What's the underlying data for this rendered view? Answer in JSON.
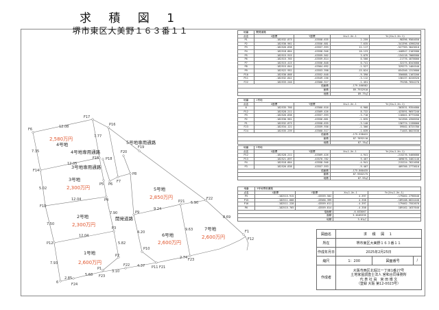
{
  "title": "求 積 図 1",
  "location": "堺市東区大美野１６３番１１",
  "headers": {
    "chiban": "地番",
    "point": "点名",
    "x": "X座標",
    "y": "Y座標",
    "dx": "Xn+1-Xn-1",
    "prod": "Yn(Xn+1-Xn-1)",
    "double_area": "倍面積",
    "area": "面積",
    "land_area": "地積"
  },
  "tables": [
    {
      "lot": "開発道路",
      "rows": [
        [
          "P1",
          "-182532.873",
          "-43558.635",
          "2.259",
          "-98396.9564650"
        ],
        [
          "P2",
          "-182530.961",
          "-43556.681",
          "7.635",
          "-341396.4398250"
        ],
        [
          "P3",
          "-182526.838",
          "-43557.593",
          "12.117",
          "-527783.3843618"
        ],
        [
          "P4",
          "-182518.864",
          "-43558.946",
          "10.123",
          "-440947.2103580"
        ],
        [
          "P5",
          "-182515.915",
          "-43559.502",
          "3.079",
          "-134118.7068580"
        ],
        [
          "P6",
          "-182515.765",
          "-43559.814",
          "0.500",
          "-21776.4078000"
        ],
        [
          "P7",
          "-182515.415",
          "-43556.848",
          "0.741",
          "-32275.8343680"
        ],
        [
          "P8",
          "-182515.844",
          "-43564.692",
          "-1.527",
          "329273.1464540"
        ],
        [
          "P9",
          "-182522.952",
          "-43553.398",
          "-15.024",
          "654346.1313600"
        ],
        [
          "P10",
          "-182530.868",
          "-43552.648",
          "-9.390",
          "356688.1163200"
        ],
        [
          "P11",
          "-182532.842",
          "-43549.156",
          "-3.112",
          "138137.0228320"
        ],
        [
          "F22",
          "-182533.240",
          "-43560.317",
          "-1.451",
          "79198.7654270"
        ]
      ],
      "double_area": "-179.586582",
      "area": "89.7932910",
      "land_area": "89.79㎡"
    },
    {
      "lot": "1号地",
      "rows": [
        [
          "6",
          "-182535.760",
          "-43560.616",
          "6.968",
          "-303531.9354680"
        ],
        [
          "P12",
          "-182528.211",
          "-43569.426",
          "8.722",
          "-423591.9657240"
        ],
        [
          "P3",
          "-182526.838",
          "-43557.593",
          "-3.710",
          "116041.8773200"
        ],
        [
          "P2",
          "-182530.961",
          "-43556.681",
          "-1.835",
          "341356.4358550"
        ],
        [
          "P1",
          "-182532.873",
          "-43558.635",
          "-3.140",
          "136774.1138000"
        ],
        [
          "F23",
          "-182534.121",
          "-43559.936",
          "-1.366",
          "59502.8725780"
        ],
        [
          "F24",
          "-182535.239",
          "-43560.517",
          "-1.639",
          "71403.8023530"
        ]
      ],
      "double_area": "-175.538422",
      "area": "87.7692110",
      "land_area": "87.76㎡"
    },
    {
      "lot": "2号地",
      "rows": [
        [
          "P12",
          "-182528.211",
          "-43569.426",
          "4.941",
          "-215276.5468680"
        ],
        [
          "P13",
          "-182521.897",
          "-43570.782",
          "9.407",
          "-409876.3462140"
        ],
        [
          "P4",
          "-182518.864",
          "-43558.946",
          "-4.941",
          "215224.7621658"
        ],
        [
          "P3",
          "-182526.838",
          "-43557.593",
          "-9.407",
          "409766.2773610"
        ]
      ],
      "double_area": "-175.860435",
      "area": "87.9302175",
      "land_area": "87.93㎡"
    },
    {
      "lot": "3号地専用通路",
      "rows": [
        [
          "P5",
          "-182515.915",
          "-43559.502",
          "4.397",
          "-179462.2798540"
        ],
        [
          "P15",
          "-182511.668",
          "-43560.399",
          "4.358",
          "-189108.6624440"
        ],
        [
          "P16",
          "-182511.228",
          "-43559.611",
          "-4.397",
          "179462.7552670"
        ],
        [
          "P6",
          "-182515.765",
          "-43559.814",
          "-4.358",
          "189162.1637640"
        ]
      ],
      "double_area": "-6.033067",
      "area": "3.0165335",
      "land_area": "3.01㎡"
    }
  ],
  "info": {
    "drawing_name_label": "図面名",
    "drawing_name": "求 積 図 1",
    "location_label": "所在",
    "location": "堺市東区大美野１６３番１１",
    "date_label": "作成年月日",
    "date": "2025年2月25日",
    "scale_label": "縮尺",
    "scale": "1：200",
    "number_label": "図面番号",
    "number": "/",
    "author_label": "作成者",
    "author_lines": [
      "大阪市西区北堀江一丁目1番27号",
      "土地家屋調査士法人 宮和合同事務所",
      "代 表 社 員　宮 田 博 文",
      "（登録 大阪 第12-0023号）"
    ]
  },
  "map": {
    "lots": {
      "l4": "4号地",
      "l3": "3号地",
      "l2": "2号地",
      "l1": "1号地",
      "l5": "5号地",
      "l6": "6号地",
      "l7": "7号地"
    },
    "prices": {
      "l4": "2,580万円",
      "l3": "2,300万円",
      "l2": "2,300万円",
      "l1": "2,600万円",
      "l5": "2,850万円",
      "l6": "2,600万円",
      "l7": "2,600万円"
    },
    "roads": {
      "r4": "4号地専用通路",
      "r3": "3号地専用通路",
      "r5": "5号地専用通路",
      "dev": "開発道路"
    },
    "points": {
      "F6": "F6",
      "F17": "F17",
      "P16": "P16",
      "F19": "F19",
      "F20": "F20",
      "F15": "F15",
      "P18": "P18",
      "F14": "F14",
      "P8": "P8",
      "F7": "F7",
      "P5": "P5",
      "P6": "P6",
      "P4": "P4",
      "F13": "F13",
      "P3": "P3",
      "P12": "P12",
      "P2": "P2",
      "P1": "P1",
      "F24": "F24",
      "F23": "F23",
      "F22": "F22",
      "P11": "P11",
      "F21": "F21",
      "P9": "P9",
      "P21": "P21",
      "P22": "F22",
      "P10": "P10",
      "F1": "F1",
      "F12": "F12",
      "p6": "6",
      "F23b": "F23"
    },
    "dists": {
      "a": "12.08",
      "b": "7.35",
      "c": "7.77",
      "d": "12.05",
      "e": "5.02",
      "f": "12.04",
      "g": "7.90",
      "h": "12.04",
      "i": "7.50",
      "j": "5.82",
      "k": "7.93",
      "l": "9.24",
      "m": "5.90",
      "n": "8.69",
      "o": "9.63",
      "p": "4.20",
      "q": "5.68",
      "r": "4.37",
      "s": "3.10",
      "t": "2.85",
      "u": "2.74"
    }
  }
}
